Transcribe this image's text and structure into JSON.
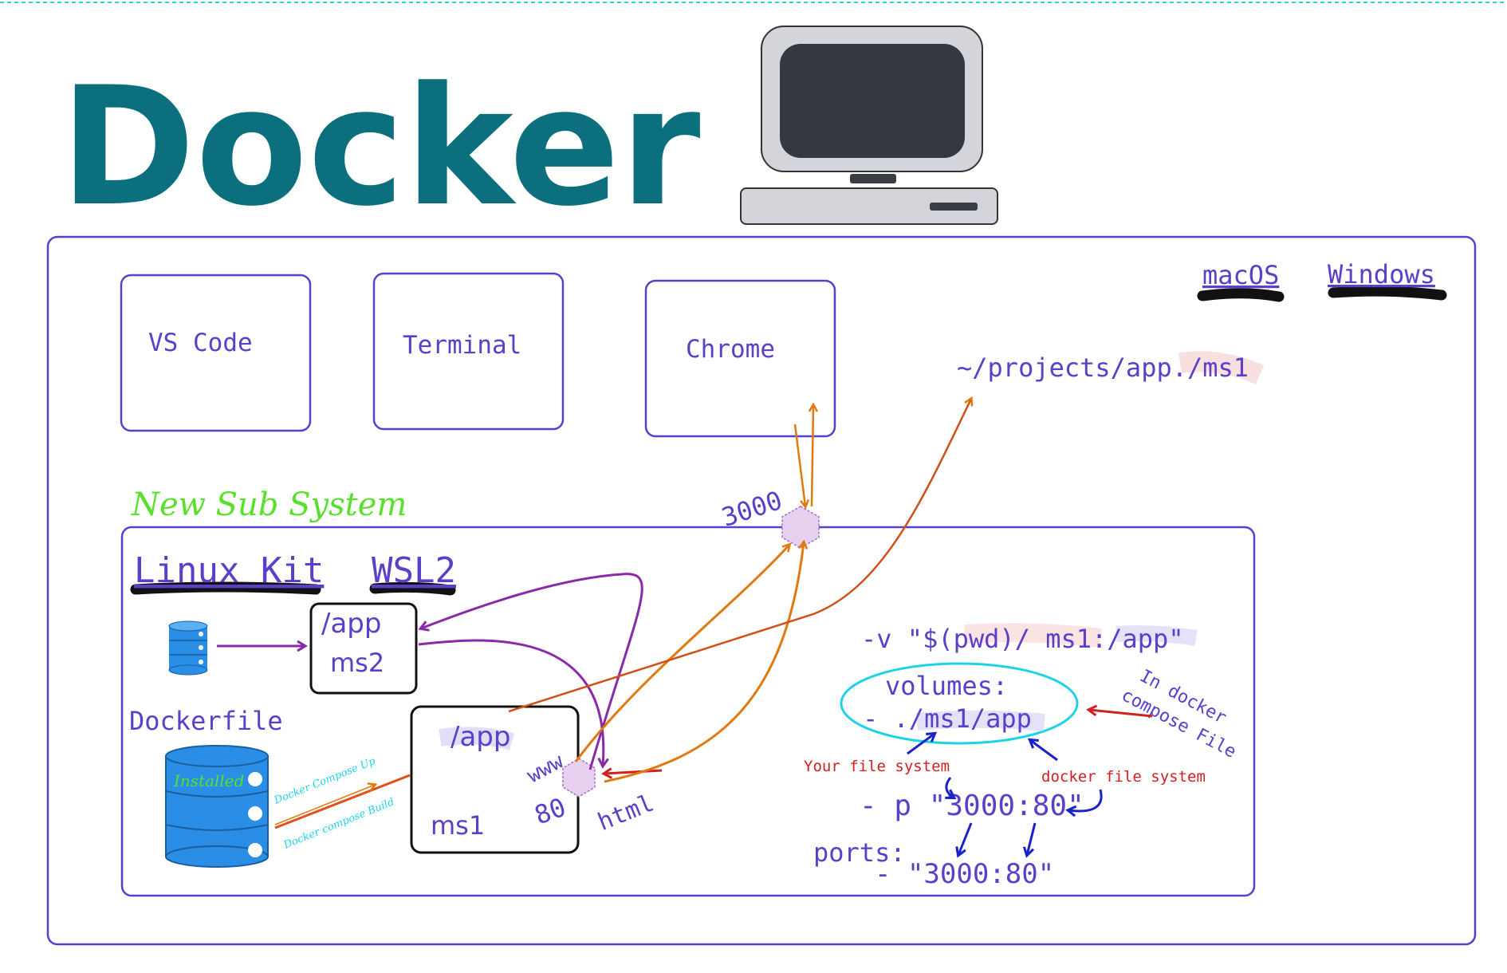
{
  "title": "Docker",
  "os_labels": {
    "macos": "macOS",
    "windows": "Windows"
  },
  "apps": {
    "vscode": "VS Code",
    "terminal": "Terminal",
    "chrome": "Chrome"
  },
  "host_path": "~/projects/app./ms1",
  "subsystem": {
    "heading": "New Sub System",
    "linux_kit": "Linux Kit",
    "wsl2": "WSL2"
  },
  "ports": {
    "host_port": "3000",
    "container_port": "80",
    "www": "www",
    "html": "html"
  },
  "containers": {
    "ms2": {
      "path": "/app",
      "name": "ms2"
    },
    "ms1": {
      "path": "/app",
      "name": "ms1"
    }
  },
  "dockerfile": {
    "label": "Dockerfile",
    "installed": "Installed",
    "compose_up": "Docker Compose Up",
    "compose_build": "Docker compose Build"
  },
  "commands": {
    "volume_flag": "-v \"$(pwd)/ ms1:/app\"",
    "volumes_key": "volumes:",
    "volumes_item": "- ./ms1/app",
    "compose_note_line1": "In docker",
    "compose_note_line2": "compose File",
    "your_fs": "Your file system",
    "docker_fs": "docker file system",
    "port_flag": "- p \"3000:80\"",
    "ports_key": "ports:",
    "ports_item": "- \"3000:80\""
  },
  "colors": {
    "teal": "#0b6f7d",
    "purple": "#5b3fc9",
    "green": "#58e02c",
    "orange": "#e07a10",
    "red": "#d02020",
    "blue": "#1a23c8",
    "cyan": "#1ed3e8",
    "db_blue": "#2a8ee6"
  }
}
